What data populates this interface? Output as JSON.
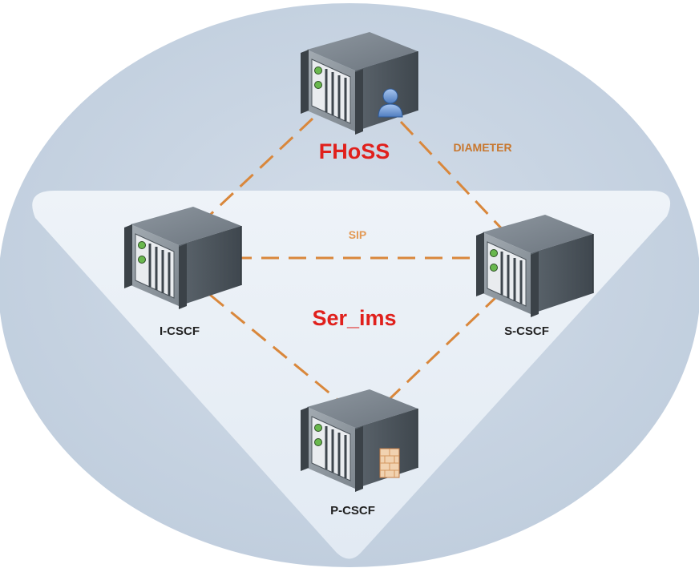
{
  "diagram": {
    "labels": {
      "fhoss": "FHoSS",
      "ser_ims": "Ser_ims",
      "diameter": "DIAMETER",
      "sip": "SIP"
    },
    "nodes": {
      "fhoss": {
        "label": "FHoSS",
        "icon": "server-with-user-icon"
      },
      "icscf": {
        "label": "I-CSCF",
        "icon": "server-icon"
      },
      "scscf": {
        "label": "S-CSCF",
        "icon": "server-icon"
      },
      "pcscf": {
        "label": "P-CSCF",
        "icon": "server-with-firewall-icon"
      }
    },
    "links": [
      {
        "from": "fhoss",
        "to": "icscf",
        "protocol": ""
      },
      {
        "from": "fhoss",
        "to": "scscf",
        "protocol": "DIAMETER"
      },
      {
        "from": "icscf",
        "to": "scscf",
        "protocol": "SIP"
      },
      {
        "from": "icscf",
        "to": "pcscf",
        "protocol": ""
      },
      {
        "from": "scscf",
        "to": "pcscf",
        "protocol": ""
      }
    ],
    "colors": {
      "ellipse": "#c5d2e1",
      "triangle": "#e6edf5",
      "link": "#d9873b",
      "accent_label": "#e0201c",
      "protocol_label": "#c8772e"
    }
  }
}
